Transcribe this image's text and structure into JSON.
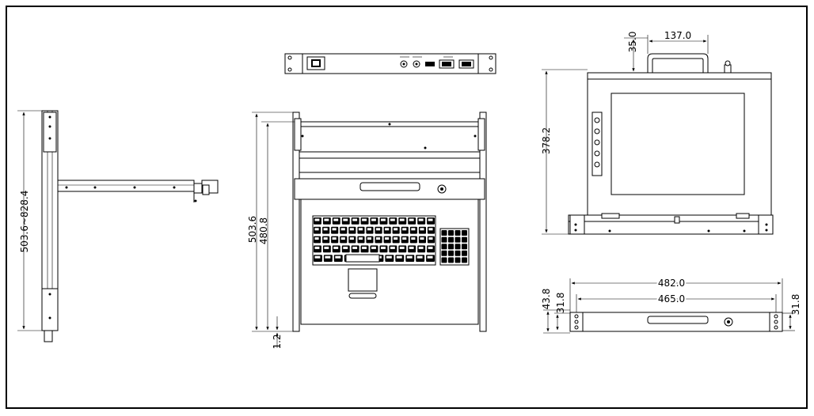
{
  "dimensions": {
    "side_depth": "503.6~828.4",
    "front_total_depth": "503.6",
    "front_inner_depth": "480.8",
    "front_bottom_gap": "1.2",
    "monitor_handle_height": "35.0",
    "monitor_handle_width": "137.0",
    "monitor_height": "378.2",
    "rack_width_total": "482.0",
    "rack_width_inner": "465.0",
    "unit_height_total": "43.8",
    "unit_height_left": "31.8",
    "unit_height_right": "31.8"
  }
}
